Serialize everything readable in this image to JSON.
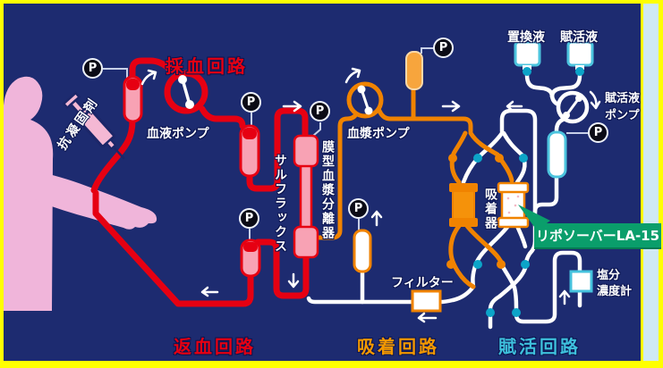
{
  "diagram": {
    "circuit_labels": {
      "collection": "採血回路",
      "blood_return": "返血回路",
      "adsorption": "吸着回路",
      "activation": "賦活回路"
    },
    "components": {
      "anticoagulant": "抗凝固剤",
      "blood_pump": "血液ポンプ",
      "sulflux": "サルフラックス",
      "plasma_separator": "膜型血漿分離器",
      "plasma_pump": "血漿ポンプ",
      "replacement_fluid": "置換液",
      "activation_fluid": "賦活液",
      "activation_pump": [
        "賦活液",
        "ポンプ"
      ],
      "adsorber": "吸着器",
      "liposorber": "リポソーバーLA-15",
      "filter": "フィルター",
      "salt_meter": [
        "塩分",
        "濃度計"
      ]
    },
    "gauge_label": "P",
    "colors": {
      "background": "#1d2b70",
      "border": "#ffff00",
      "blood_red": "#e60012",
      "plasma_orange": "#f08300",
      "activation_white": "#ffffff",
      "accent_cyan": "#0ca4c8",
      "callout_green": "#0a9e6b"
    }
  }
}
